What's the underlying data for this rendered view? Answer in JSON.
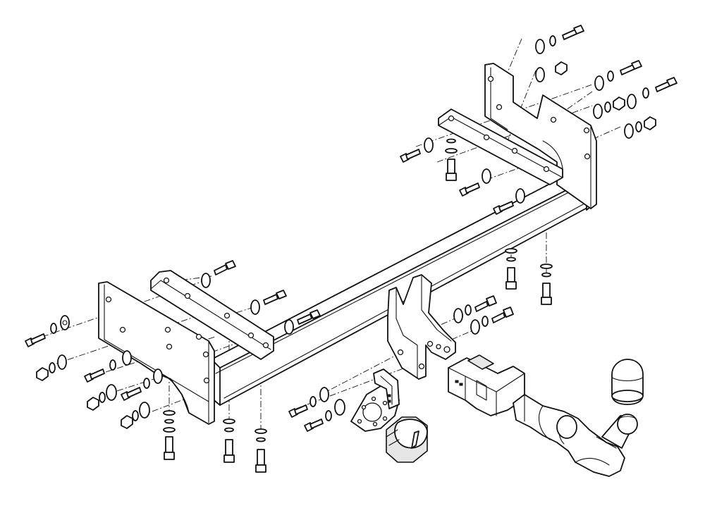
{
  "drawing": {
    "subject": "tow-bar-assembly",
    "colors": {
      "line": "#111111",
      "background": "#ffffff",
      "shade": "#e6e6e6"
    },
    "components": [
      "crossbar-beam",
      "left-mounting-plate",
      "left-inner-bracket",
      "right-mounting-plate",
      "right-top-bracket",
      "center-receiver-bracket",
      "socket-plate",
      "electrical-socket",
      "ball-mount-housing",
      "tow-ball-neck",
      "tow-ball",
      "tow-ball-cap"
    ]
  }
}
